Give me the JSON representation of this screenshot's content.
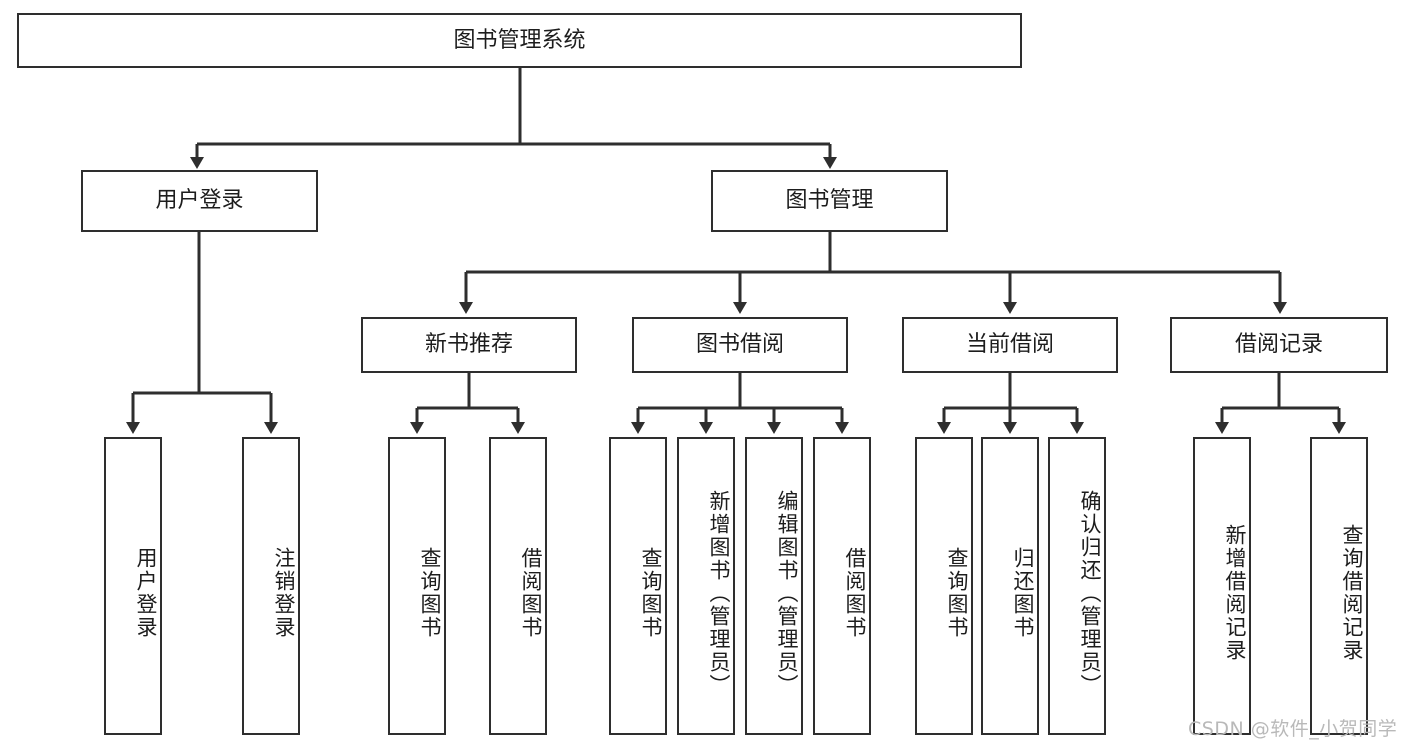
{
  "diagram": {
    "type": "tree-hierarchy",
    "title": "图书管理系统",
    "root": {
      "id": "root",
      "label": "图书管理系统"
    },
    "level2": [
      {
        "id": "user-login",
        "label": "用户登录"
      },
      {
        "id": "book-manage",
        "label": "图书管理"
      }
    ],
    "level3": [
      {
        "id": "new-book-rec",
        "label": "新书推荐",
        "parent": "book-manage"
      },
      {
        "id": "book-borrow",
        "label": "图书借阅",
        "parent": "book-manage"
      },
      {
        "id": "current-borrow",
        "label": "当前借阅",
        "parent": "book-manage"
      },
      {
        "id": "borrow-record",
        "label": "借阅记录",
        "parent": "book-manage"
      }
    ],
    "leaves": [
      {
        "id": "leaf-user-login",
        "label": "用户登录",
        "parent": "user-login"
      },
      {
        "id": "leaf-logout",
        "label": "注销登录",
        "parent": "user-login"
      },
      {
        "id": "leaf-query-book-1",
        "label": "查询图书",
        "parent": "new-book-rec"
      },
      {
        "id": "leaf-borrow-book-1",
        "label": "借阅图书",
        "parent": "new-book-rec"
      },
      {
        "id": "leaf-query-book-2",
        "label": "查询图书",
        "parent": "book-borrow"
      },
      {
        "id": "leaf-add-book",
        "label": "新增图书（管理员）",
        "parent": "book-borrow"
      },
      {
        "id": "leaf-edit-book",
        "label": "编辑图书（管理员）",
        "parent": "book-borrow"
      },
      {
        "id": "leaf-borrow-book-2",
        "label": "借阅图书",
        "parent": "book-borrow"
      },
      {
        "id": "leaf-query-book-3",
        "label": "查询图书",
        "parent": "current-borrow"
      },
      {
        "id": "leaf-return-book",
        "label": "归还图书",
        "parent": "current-borrow"
      },
      {
        "id": "leaf-confirm-return",
        "label": "确认归还（管理员）",
        "parent": "current-borrow"
      },
      {
        "id": "leaf-add-record",
        "label": "新增借阅记录",
        "parent": "borrow-record"
      },
      {
        "id": "leaf-query-record",
        "label": "查询借阅记录",
        "parent": "borrow-record"
      }
    ],
    "colors": {
      "stroke": "#2e2e2e",
      "fill": "#ffffff",
      "text": "#1d1d1d",
      "watermark": "#b9b9b9"
    }
  },
  "watermark": {
    "text": "CSDN @软件_小贺同学"
  }
}
